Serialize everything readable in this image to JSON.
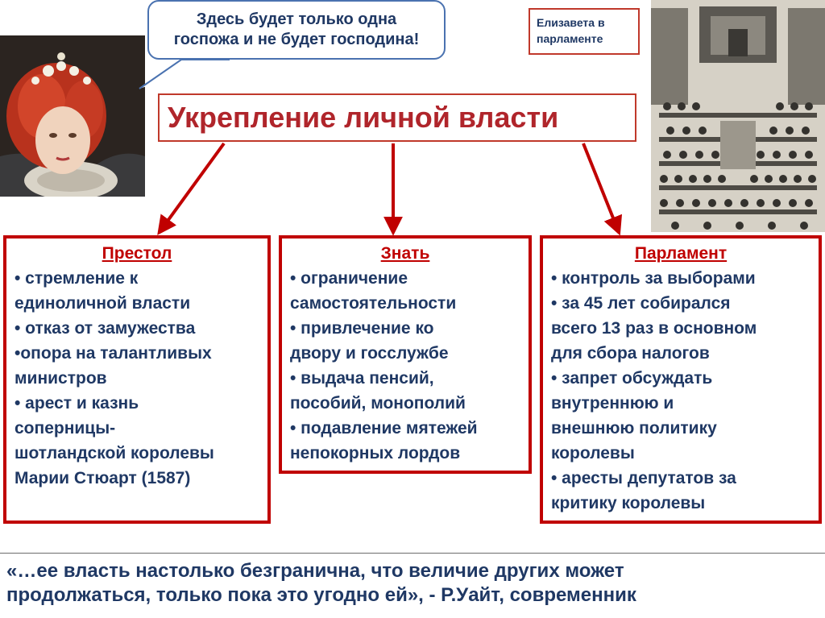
{
  "speech_bubble": {
    "line1": "Здесь будет только одна",
    "line2": "госпожа и не будет господина!"
  },
  "caption": "Елизавета в парламенте",
  "title": "Укрепление личной власти",
  "columns": [
    {
      "heading": "Престол",
      "body": "• стремление к\nединоличной власти\n• отказ от замужества\n•опора на талантливых\nминистров\n• арест и казнь\nсоперницы-\nшотландской королевы\nМарии Стюарт (1587)"
    },
    {
      "heading": "Знать",
      "body": "• ограничение\nсамостоятельности\n• привлечение ко\nдвору и госслужбе\n• выдача пенсий,\nпособий, монополий\n• подавление мятежей\nнепокорных лордов"
    },
    {
      "heading": "Парламент",
      "body": "• контроль за выборами\n• за 45 лет собирался\nвсего 13 раз в основном\nдля сбора налогов\n• запрет обсуждать\nвнутреннюю и\nвнешнюю политику\nкоролевы\n• аресты депутатов за\nкритику королевы"
    }
  ],
  "quote": "«…ее власть настолько безгранична, что величие других может\nпродолжаться, только пока это угодно ей», - Р.Уайт, современник",
  "colors": {
    "accent_red": "#c00000",
    "text_navy": "#1f3864",
    "bubble_border": "#4a72b0"
  }
}
